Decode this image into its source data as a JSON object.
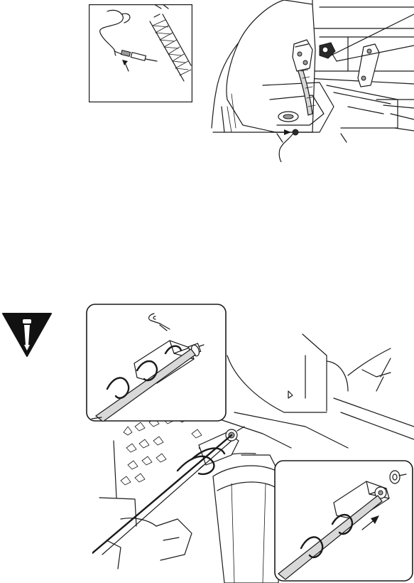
{
  "figures": [
    {
      "id": "fig-top-inset",
      "icon": "wire-splice-detail"
    },
    {
      "id": "fig-top-main",
      "icon": "snowblower-chute-cable"
    },
    {
      "id": "fig-warning",
      "icon": "warning-triangle-icon"
    },
    {
      "id": "fig-bottom-inset-top",
      "icon": "auger-bracket-pin"
    },
    {
      "id": "fig-bottom-main",
      "icon": "auger-assembly"
    },
    {
      "id": "fig-bottom-inset-right",
      "icon": "auger-washer-removal"
    }
  ],
  "colors": {
    "line": "#1a1a1a",
    "fill_light": "#d8d8d8",
    "fill_mid": "#9a9a9a",
    "background": "#ffffff"
  }
}
